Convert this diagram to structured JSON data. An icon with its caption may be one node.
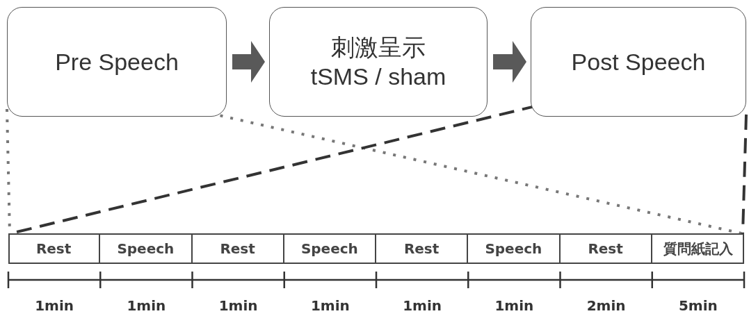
{
  "diagram": {
    "nodes": [
      {
        "text": [
          "Pre Speech"
        ]
      },
      {
        "text": [
          "刺激呈示 tSMS / sham"
        ]
      },
      {
        "text": [
          "Post Speech"
        ]
      },
      {
        "text": [],
        "shape": "bar"
      },
      {
        "text": [
          "Rest"
        ],
        "in": 3
      },
      {
        "text": [
          "Speech"
        ],
        "in": 3
      },
      {
        "text": [
          "Rest"
        ],
        "in": 3
      },
      {
        "text": [
          "Speech"
        ],
        "in": 3
      },
      {
        "text": [
          "Rest"
        ],
        "in": 3
      },
      {
        "text": [
          "Speech"
        ],
        "in": 3
      },
      {
        "text": [
          "Rest"
        ],
        "in": 3
      },
      {
        "text": [
          "質問紙記入"
        ],
        "in": 3
      }
    ],
    "edges": [
      {
        "from": 0,
        "to": 1,
        "arrow": "to",
        "style": "thick",
        "color": "#595959"
      },
      {
        "from": 1,
        "to": 2,
        "arrow": "to",
        "style": "thick",
        "color": "#595959"
      },
      {
        "from": 0,
        "to": 3,
        "arrow": "none",
        "style": "dashed",
        "color": "#777777"
      },
      {
        "from": 0,
        "to": 3,
        "arrow": "none",
        "style": "dashed",
        "color": "#777777"
      },
      {
        "from": 2,
        "to": 3,
        "arrow": "none",
        "style": "dashed"
      },
      {
        "from": 2,
        "to": 3,
        "arrow": "none",
        "style": "dashed"
      }
    ],
    "labels": [
      "1min",
      "1min",
      "1min",
      "1min",
      "1min",
      "1min",
      "2min",
      "5min"
    ]
  }
}
